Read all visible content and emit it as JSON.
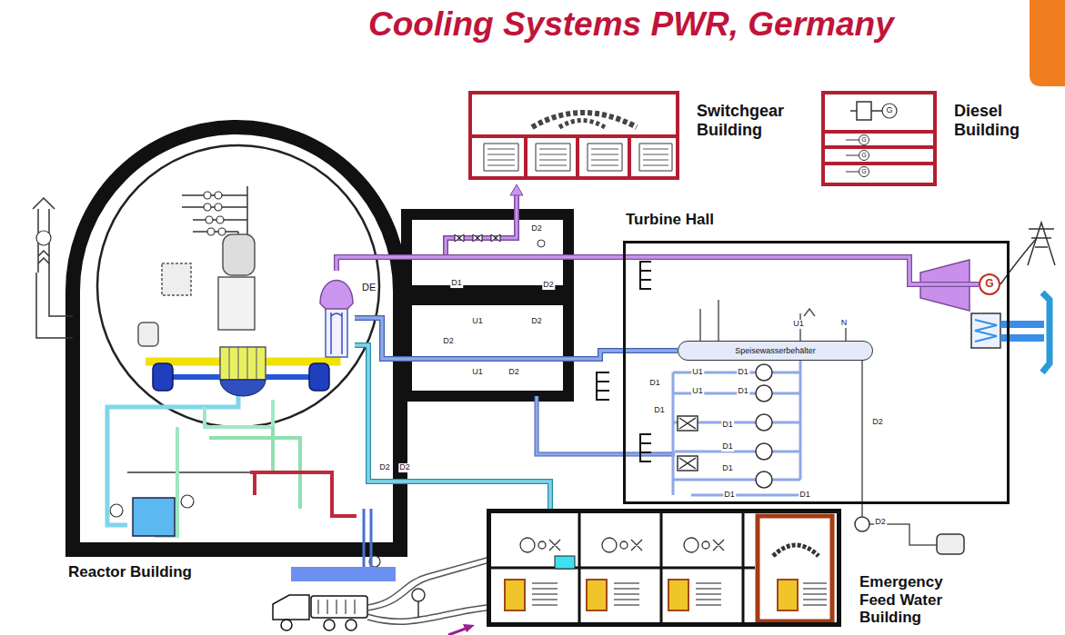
{
  "diagram": {
    "title": "Cooling Systems PWR, Germany",
    "nodes": [
      {
        "text": [
          "Switchgear Building"
        ]
      },
      {
        "text": [
          "Diesel Building"
        ]
      },
      {
        "text": [
          "Reactor Building"
        ]
      },
      {
        "text": [
          "DE"
        ],
        "in": 2
      },
      {
        "text": [
          "Turbine Hall"
        ]
      },
      {
        "text": [
          "Speisewasserbehälter"
        ],
        "in": 4
      },
      {
        "text": [
          "G"
        ],
        "in": 4
      },
      {
        "text": [
          "Emergency Feed Water Building"
        ]
      }
    ],
    "edges": [
      {
        "from": 3,
        "to": 6,
        "arrow": "none"
      },
      {
        "from": 5,
        "to": 3,
        "arrow": "none"
      },
      {
        "from": 7,
        "to": 3,
        "arrow": "none"
      }
    ],
    "labels": [
      "D2",
      "D1",
      "D2",
      "U1",
      "D2",
      "D2",
      "U1",
      "D2",
      "U1",
      "N",
      "U1",
      "D1",
      "D1",
      "U1",
      "D1",
      "D1",
      "D1",
      "D1",
      "D1",
      "D1",
      "D1",
      "D2",
      "D2",
      "D2",
      "D2",
      "G",
      "G",
      "G",
      "G"
    ]
  }
}
